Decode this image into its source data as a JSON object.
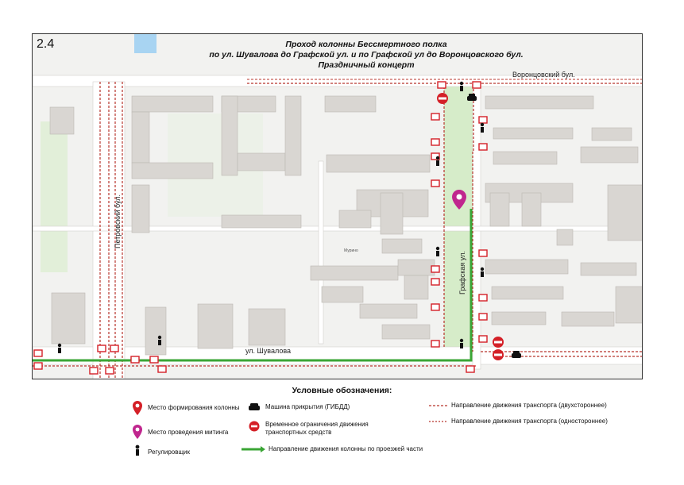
{
  "sheet_number": "2.4",
  "title": {
    "line1": "Проход колонны Бессмертного полка",
    "line2": "по ул. Шувалова до Графской ул. и по Графской ул до Воронцовского бул.",
    "line3": "Праздничный концерт"
  },
  "streets": {
    "vorontsovsky": "Воронцовский бул.",
    "petrovsky": "Петровский бул.",
    "grafskaya": "Графская ул.",
    "shuvalova": "ул. Шувалова",
    "murino": "Мурино"
  },
  "legend": {
    "title": "Условные обозначения:",
    "column_formation": "Место формирования колонны",
    "rally_place": "Место проведения митинга",
    "traffic_officer": "Регулировщик",
    "escort_car": "Машина прикрытия (ГИБДД)",
    "restriction": "Временное ограничения движения транспортных средств",
    "column_direction": "Направление движения колонны по проезжей части",
    "traffic_two_way": "Направление движения транспорта (двухстороннее)",
    "traffic_one_way": "Направление движения транспорта (одностороннее)"
  },
  "colors": {
    "route_green": "#3aa535",
    "barrier_red": "#d42027",
    "traffic_line": "#b8342c",
    "pin_red": "#d42027",
    "pin_magenta": "#c0268e",
    "building": "#d9d6d2",
    "building_edge": "#bcb8b3",
    "park_green": "#d6ecc9",
    "water": "#a8d4f2"
  },
  "icons": {
    "pin": "map-pin-icon",
    "officer": "person-icon",
    "car": "car-icon",
    "no_entry": "no-entry-icon",
    "barrier": "barrier-icon"
  }
}
